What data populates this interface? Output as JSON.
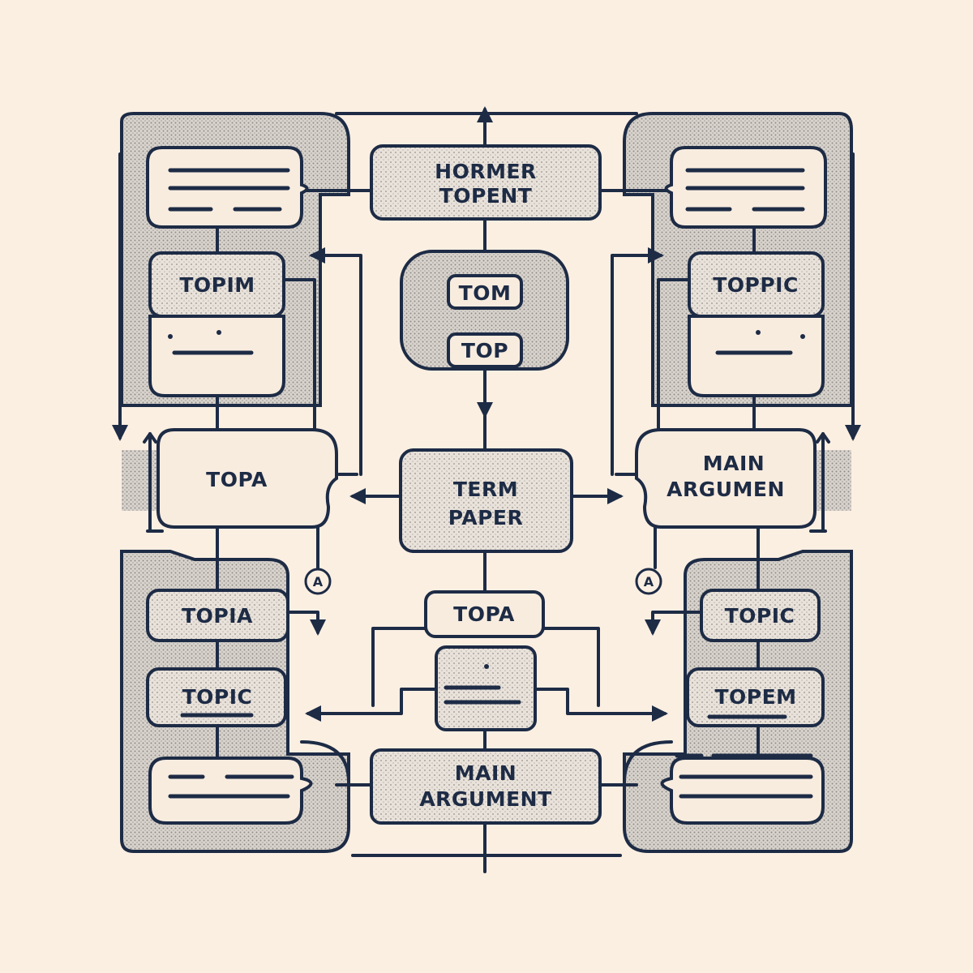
{
  "colors": {
    "background": "#fbefe2",
    "ink": "#1d2b45",
    "box_fill": "#f8ecdf",
    "shade": "#dcd6cf"
  },
  "nodes": {
    "top_center": [
      "HORMER",
      "TOPENT"
    ],
    "center_inner_top": "TOM",
    "center_inner_bottom": "TOP",
    "center_main": [
      "TERM",
      "PAPER"
    ],
    "left_topim": "TOPIM",
    "left_topa": "TOPA",
    "left_topia": "TOPIA",
    "left_topic": "TOPIC",
    "right_toppic": "TOPPIC",
    "right_main_argumen": [
      "MAIN",
      "ARGUMEN"
    ],
    "right_topic": "TOPIC",
    "right_topem": "TOPEM",
    "bottom_topa": "TOPA",
    "bottom_main_argument": [
      "MAIN",
      "ARGUMENT"
    ],
    "marker_left": "A",
    "marker_right": "A"
  }
}
